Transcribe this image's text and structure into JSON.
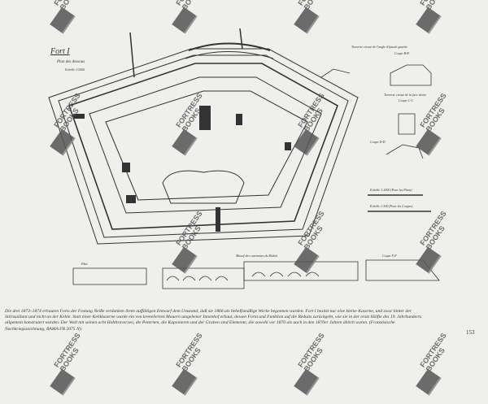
{
  "drawing": {
    "title": "Fort I",
    "subtitle": "Plan des dessous",
    "scale_note": "Echelle 1/2000",
    "labels": {
      "traverse_left": "Traverse creuse de l'angle d'épaule gauche",
      "coupe_bb": "Coupe B-B",
      "traverse_right": "Traverse creuse de la face droite",
      "coupe_cc": "Coupe C-C",
      "coupe_dd": "Coupe D-D",
      "scale_plans": "Echelle 1:2000 (Pour les Plans)",
      "scale_coupes": "Echelle 1:500 (Pour les Coupes)",
      "massif": "Massif des casemates du Réduit",
      "plan": "Plan",
      "coupe_ff": "Coupe F-F"
    }
  },
  "watermark": "FORTRESS BOOKS",
  "caption": "Die drei 1873–1874 erbauten Forts der Festung Neiße verdanken ihren auffälligen Entwurf dem Umstand, daß sie 1866 als behelfsmäßige Werke begonnen wurden. Fort I besitzt nur eine kleine Kaserne, und zwar hinter der Stirnsaillant und nicht an der Kehle. Statt einer Kehlkaserne wurde ein von krenelierten Mauern umgebener Innenhof erbaut, dessen Form und Funktion auf die Reduits zurückgeht, wie sie in der erste Hälfte des 19. Jahrhunderts allgemein konstruiert wurden. Der Wall mit seinen acht Hohltraversen, die Poternen, die Kaponieren und der Graben sind Elemente, die sowohl vor 1870 als auch in den 1870er Jahren üblich waren. (Französische Nachkriegszeichnung, BAMA FB 2075 N).",
  "page_number": "153"
}
